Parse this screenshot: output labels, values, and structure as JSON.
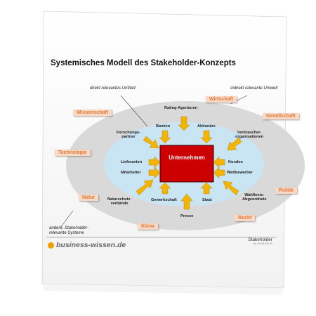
{
  "title": "Systemisches Modell des Stakeholder-Konzepts",
  "center": "Unternehmen",
  "inner_labels": {
    "rating": "Rating-Agenturen",
    "banken": "Banken",
    "aktionaere": "Aktionäre",
    "forschung": "Forschungs-\npartner",
    "verbraucher": "Verbraucher-\norganisationen",
    "lieferanten": "Lieferanten",
    "mitarbeiter": "Mitarbeiter",
    "kunden": "Kunden",
    "wettbewerber": "Wettbewerber",
    "naturschutz": "Naturschutz-\nverbände",
    "gewerkschaft": "Gewerkschaft",
    "staat": "Staat",
    "wahlkreis": "Wahlkreis-\nAbgeordnete",
    "presse": "Presse"
  },
  "annotations": {
    "direkt": "direkt relevantes Umfeld",
    "indirekt": "indirekt relevante Umwelt",
    "andere": "andere, Stakeholder-\nrelevante Systeme"
  },
  "tags": {
    "wirtschaft": "Wirtschaft",
    "wissenschaft": "Wissenschaft",
    "gesellschaft": "Gesellschaft",
    "technologie": "Technologie",
    "politik": "Politik",
    "natur": "Natur",
    "recht": "Recht",
    "klima": "Klima"
  },
  "footer": {
    "brand": "business-wissen.de",
    "doc_title": "Stakeholder",
    "doc_id": "Art.-Nr. 06.051.01"
  },
  "colors": {
    "outer_ellipse": "#d9d9d9",
    "inner_ellipse": "#c9e4f3",
    "center_box": "#cc0000",
    "arrows": "#f5b400",
    "tag_fill": "#f9d8c4",
    "tag_text": "#e07a3a",
    "brand_dot": "#f0a000"
  }
}
